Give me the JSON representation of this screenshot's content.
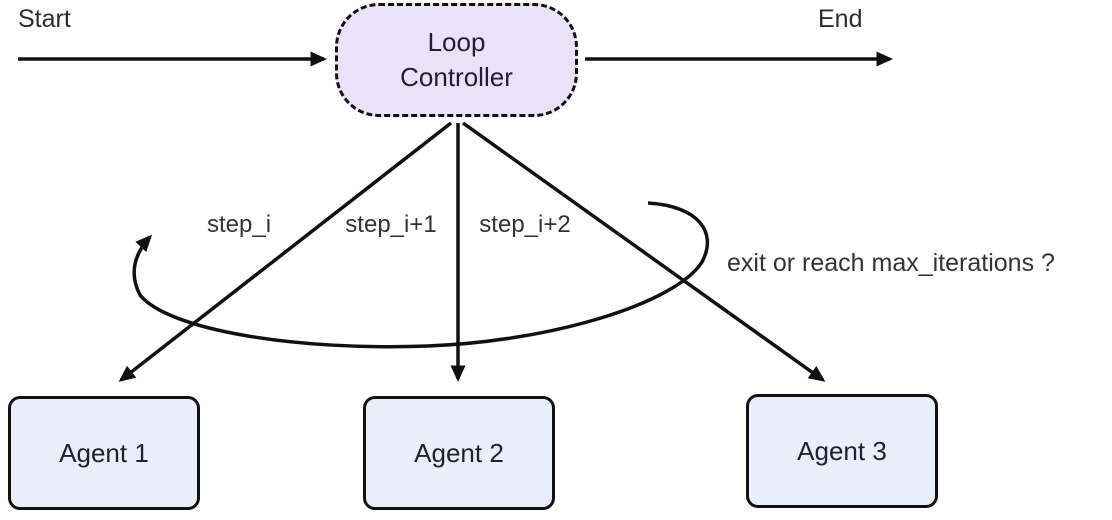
{
  "diagram": {
    "type": "flowchart",
    "start_label": "Start",
    "end_label": "End",
    "loop_controller": {
      "label": "Loop Controller"
    },
    "agents": [
      {
        "label": "Agent 1"
      },
      {
        "label": "Agent 2"
      },
      {
        "label": "Agent 3"
      }
    ],
    "edge_labels": [
      {
        "label": "step_i"
      },
      {
        "label": "step_i+1"
      },
      {
        "label": "step_i+2"
      }
    ],
    "loop_condition_label": "exit or reach max_iterations ?",
    "edges": [
      {
        "from": "Start",
        "to": "Loop Controller"
      },
      {
        "from": "Loop Controller",
        "to": "End"
      },
      {
        "from": "Loop Controller",
        "to": "Agent 1",
        "label": "step_i"
      },
      {
        "from": "Loop Controller",
        "to": "Agent 2",
        "label": "step_i+1"
      },
      {
        "from": "Loop Controller",
        "to": "Agent 3",
        "label": "step_i+2"
      },
      {
        "from": "Loop Controller",
        "to": "Loop Controller",
        "label": "exit or reach max_iterations ?"
      }
    ],
    "colors": {
      "background": "#ffffff",
      "line": "#111111",
      "loop_controller_fill": "#eae2f8",
      "loop_controller_border": "#111111",
      "agent_fill": "#e9eef8",
      "agent_border": "#111111",
      "node_text": "#1f2030",
      "edge_label_text": "#333333"
    }
  }
}
